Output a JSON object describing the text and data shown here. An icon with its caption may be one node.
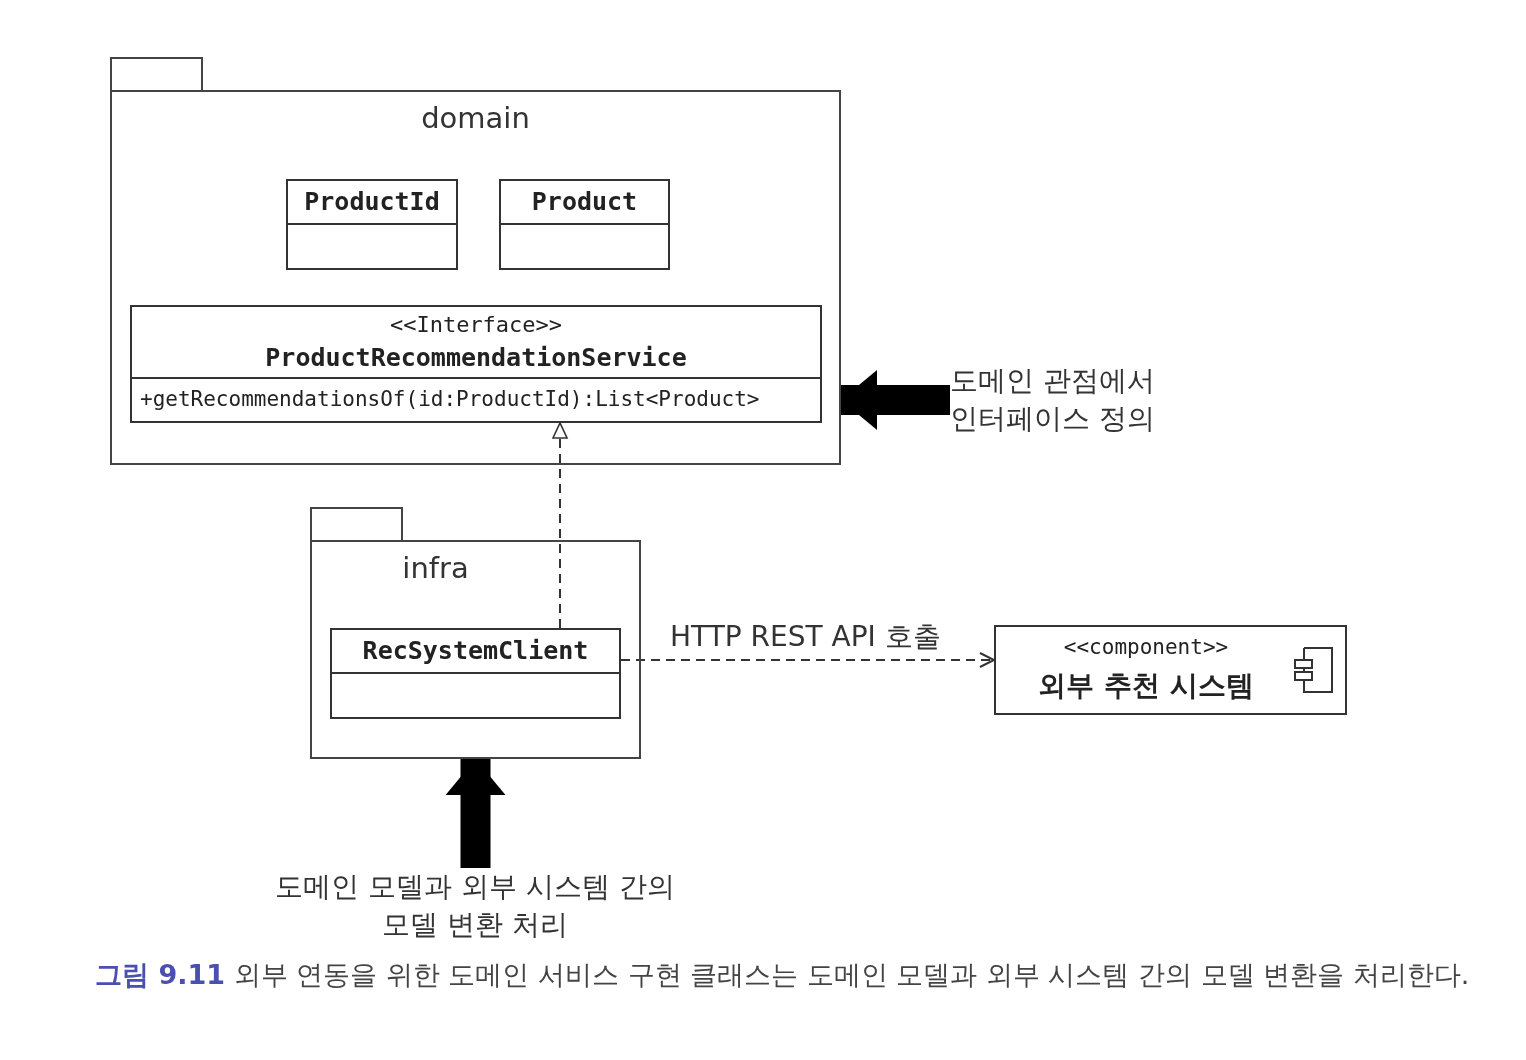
{
  "diagram": {
    "caption": "**그림 9.11** 외부 연동을 위한 도메인 서비스 구현 클래스는 도메인 모델과 외부 시스템 간의 모델 변환을 처리한다.",
    "nodes": [
      {
        "text": [
          "domain"
        ]
      },
      {
        "text": [
          "ProductId"
        ],
        "in": 0
      },
      {
        "text": [
          "Product"
        ],
        "in": 0
      },
      {
        "text": [
          "<<Interface>>",
          "ProductRecommendationService",
          "+getRecommendationsOf(id:ProductId):List<Product>"
        ],
        "in": 0
      },
      {
        "text": [
          "infra"
        ]
      },
      {
        "text": [
          "RecSystemClient"
        ],
        "in": 4
      },
      {
        "text": [
          "<<component>>",
          "외부 추천 시스템"
        ]
      },
      {
        "text": [
          "도메인 관점에서 인터페이스 정의"
        ]
      },
      {
        "text": [
          "도메인 모델과 외부 시스템 간의 모델 변환 처리"
        ]
      }
    ],
    "edges": [
      {
        "from": 5,
        "to": 3,
        "arrow": "to",
        "style": "dashed"
      },
      {
        "from": 5,
        "to": 6,
        "arrow": "to",
        "style": "dashed",
        "label": "HTTP REST API 호출"
      },
      {
        "from": 7,
        "to": 0,
        "arrow": "to",
        "style": "thick"
      },
      {
        "from": 8,
        "to": 4,
        "arrow": "to",
        "style": "thick"
      }
    ]
  }
}
